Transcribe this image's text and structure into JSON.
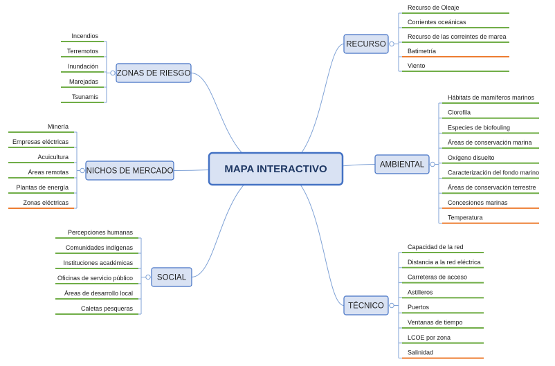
{
  "center": {
    "label": "MAPA INTERACTIVO"
  },
  "branches": [
    {
      "key": "zonas-de-riesgo",
      "label": "ZONAS DE RIESGO",
      "items": [
        {
          "label": "Incendios",
          "color": "#70ad47"
        },
        {
          "label": "Terremotos",
          "color": "#70ad47"
        },
        {
          "label": "Inundación",
          "color": "#70ad47"
        },
        {
          "label": "Marejadas",
          "color": "#70ad47"
        },
        {
          "label": "Tsunamis",
          "color": "#70ad47"
        }
      ]
    },
    {
      "key": "nichos-de-mercado",
      "label": "NICHOS DE MERCADO",
      "items": [
        {
          "label": "Minería",
          "color": "#70ad47"
        },
        {
          "label": "Empresas eléctricas",
          "color": "#70ad47"
        },
        {
          "label": "Acuicultura",
          "color": "#70ad47"
        },
        {
          "label": "Áreas remotas",
          "color": "#70ad47"
        },
        {
          "label": "Plantas de energía",
          "color": "#70ad47"
        },
        {
          "label": "Zonas eléctricas",
          "color": "#ed7d31"
        }
      ]
    },
    {
      "key": "social",
      "label": "SOCIAL",
      "items": [
        {
          "label": "Percepciones humanas",
          "color": "#70ad47"
        },
        {
          "label": "Comunidades indígenas",
          "color": "#70ad47"
        },
        {
          "label": "Instituciones académicas",
          "color": "#70ad47"
        },
        {
          "label": "Oficinas de servicio público",
          "color": "#70ad47"
        },
        {
          "label": "Áreas de desarrollo local",
          "color": "#70ad47"
        },
        {
          "label": "Caletas pesqueras",
          "color": "#70ad47"
        }
      ]
    },
    {
      "key": "recurso",
      "label": "RECURSO",
      "items": [
        {
          "label": "Recurso de Oleaje",
          "color": "#70ad47"
        },
        {
          "label": "Corrientes oceánicas",
          "color": "#70ad47"
        },
        {
          "label": "Recurso de las correintes de marea",
          "color": "#70ad47"
        },
        {
          "label": "Batimetría",
          "color": "#ed7d31"
        },
        {
          "label": "Viento",
          "color": "#70ad47"
        }
      ]
    },
    {
      "key": "ambiental",
      "label": "AMBIENTAL",
      "items": [
        {
          "label": "Hábitats de mamíferos marinos",
          "color": "#70ad47"
        },
        {
          "label": "Clorofila",
          "color": "#70ad47"
        },
        {
          "label": "Especies de biofouling",
          "color": "#70ad47"
        },
        {
          "label": "Áreas de conservación marina",
          "color": "#70ad47"
        },
        {
          "label": "Oxígeno disuelto",
          "color": "#70ad47"
        },
        {
          "label": "Caracterización del fondo marino",
          "color": "#70ad47"
        },
        {
          "label": "Áreas de conservación terrestre",
          "color": "#70ad47"
        },
        {
          "label": "Concesiones marinas",
          "color": "#ed7d31"
        },
        {
          "label": "Temperatura",
          "color": "#ed7d31"
        }
      ]
    },
    {
      "key": "tecnico",
      "label": "TÉCNICO",
      "items": [
        {
          "label": "Capacidad de la red",
          "color": "#70ad47"
        },
        {
          "label": "Distancia a la red eléctrica",
          "color": "#70ad47"
        },
        {
          "label": "Carreteras de acceso",
          "color": "#70ad47"
        },
        {
          "label": "Astilleros",
          "color": "#70ad47"
        },
        {
          "label": "Puertos",
          "color": "#70ad47"
        },
        {
          "label": "Ventanas de tiempo",
          "color": "#70ad47"
        },
        {
          "label": "LCOE por zona",
          "color": "#70ad47"
        },
        {
          "label": "Salinidad",
          "color": "#ed7d31"
        }
      ]
    }
  ]
}
